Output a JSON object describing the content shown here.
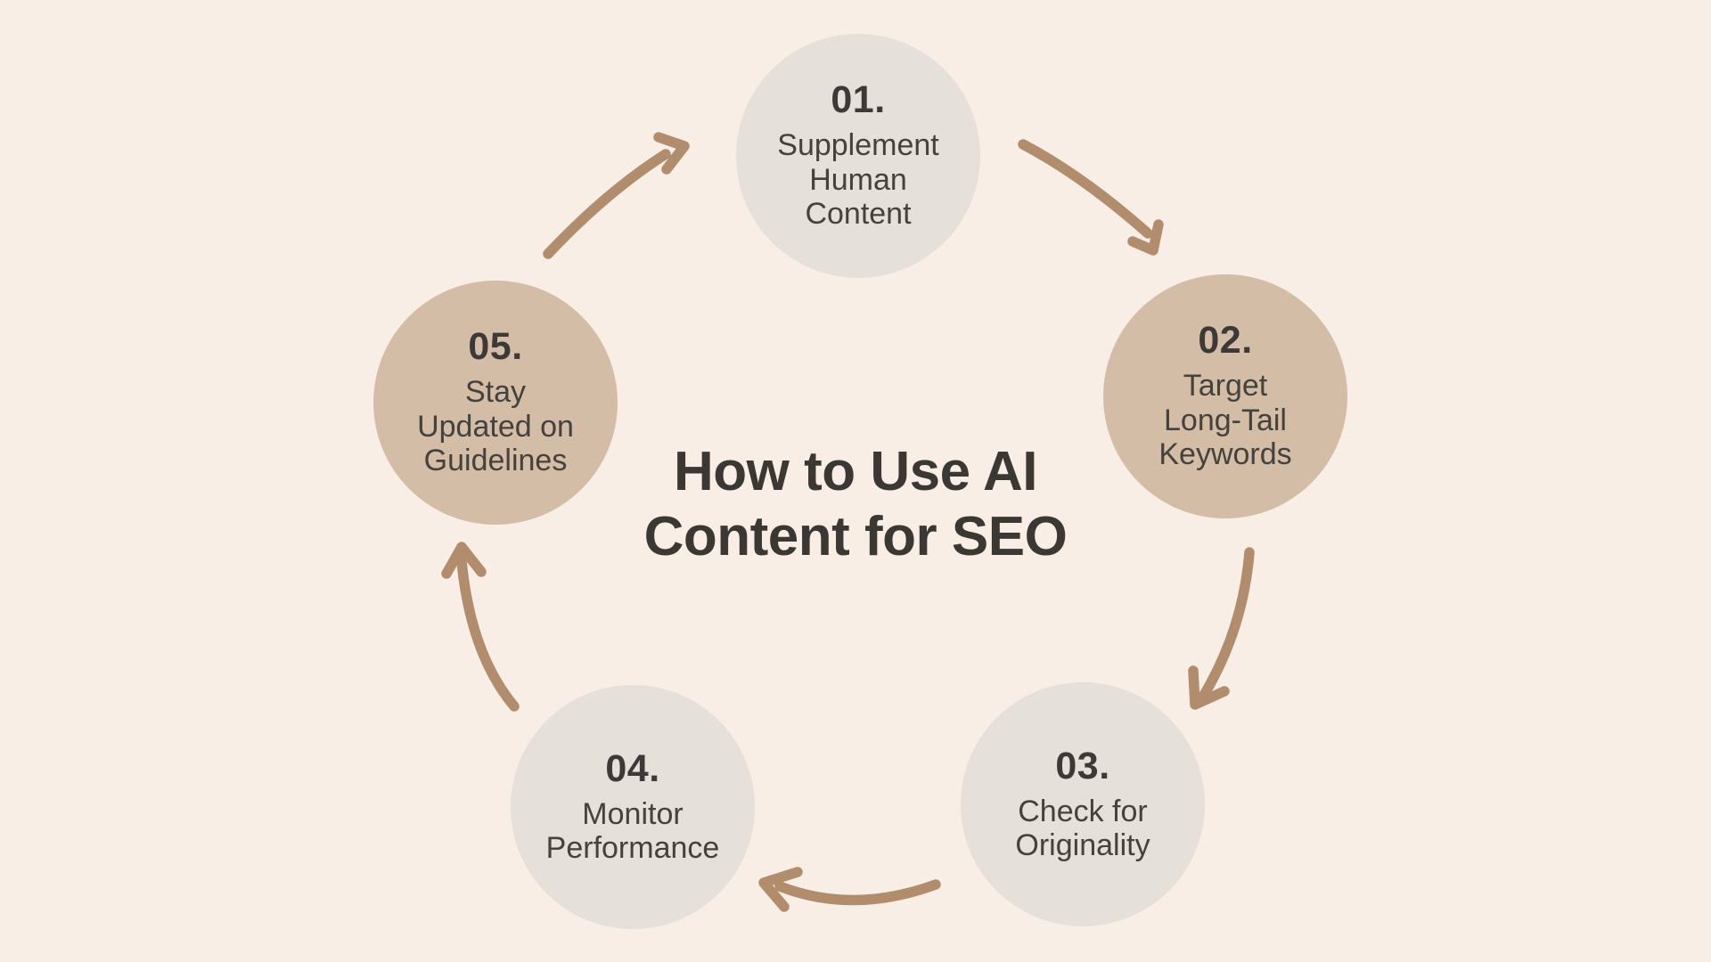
{
  "title": "How to Use AI\nContent for SEO",
  "steps": [
    {
      "number": "01.",
      "label": "Supplement\nHuman\nContent",
      "variant": "light"
    },
    {
      "number": "02.",
      "label": "Target\nLong-Tail\nKeywords",
      "variant": "tan"
    },
    {
      "number": "03.",
      "label": "Check for\nOriginality",
      "variant": "light"
    },
    {
      "number": "04.",
      "label": "Monitor\nPerformance",
      "variant": "light"
    },
    {
      "number": "05.",
      "label": "Stay\nUpdated on\nGuidelines",
      "variant": "tan"
    }
  ],
  "colors": {
    "background": "#F8EEE5",
    "circle_light": "#E5E0D9",
    "circle_tan": "#D3BDA6",
    "arrow": "#B18D6D",
    "title_text": "#3B3834",
    "step_number_text": "#3C3936",
    "step_label_text": "#45413C"
  }
}
